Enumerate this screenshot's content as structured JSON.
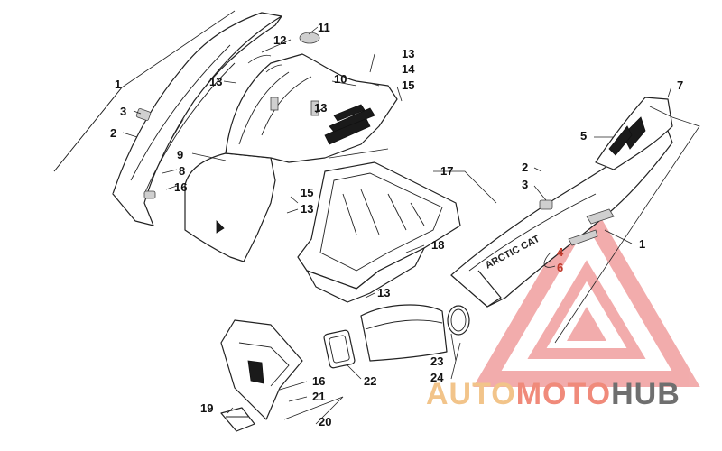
{
  "diagram": {
    "callouts_left": [
      {
        "id": "c1a",
        "text": "1"
      },
      {
        "id": "c3a",
        "text": "3"
      },
      {
        "id": "c2a",
        "text": "2"
      },
      {
        "id": "c9",
        "text": "9"
      },
      {
        "id": "c8",
        "text": "8"
      },
      {
        "id": "c16a",
        "text": "16"
      },
      {
        "id": "c12",
        "text": "12"
      },
      {
        "id": "c11",
        "text": "11"
      },
      {
        "id": "c13a",
        "text": "13"
      },
      {
        "id": "c10",
        "text": "10"
      },
      {
        "id": "c13b",
        "text": "13"
      },
      {
        "id": "c13c",
        "text": "13"
      },
      {
        "id": "c14",
        "text": "14"
      },
      {
        "id": "c15a",
        "text": "15"
      },
      {
        "id": "c17",
        "text": "17"
      },
      {
        "id": "c15b",
        "text": "15"
      },
      {
        "id": "c13d",
        "text": "13"
      },
      {
        "id": "c18",
        "text": "18"
      },
      {
        "id": "c13e",
        "text": "13"
      },
      {
        "id": "c23",
        "text": "23"
      },
      {
        "id": "c24",
        "text": "24"
      },
      {
        "id": "c22",
        "text": "22"
      },
      {
        "id": "c16b",
        "text": "16"
      },
      {
        "id": "c21",
        "text": "21"
      },
      {
        "id": "c19",
        "text": "19"
      },
      {
        "id": "c20",
        "text": "20"
      },
      {
        "id": "c7",
        "text": "7"
      },
      {
        "id": "c5",
        "text": "5"
      },
      {
        "id": "c2b",
        "text": "2"
      },
      {
        "id": "c3b",
        "text": "3"
      },
      {
        "id": "c1b",
        "text": "1"
      },
      {
        "id": "c4",
        "text": "4"
      },
      {
        "id": "c6",
        "text": "6"
      }
    ],
    "decal_text": "ARCTIC CAT"
  },
  "watermark": {
    "part1": "AUTO",
    "part2": "MOTO",
    "part3": "HUB",
    "colors": {
      "auto": "#f2c48a",
      "moto": "#f08a7a",
      "hub": "#6f6f6f",
      "triangle": "#e86a6a"
    }
  }
}
